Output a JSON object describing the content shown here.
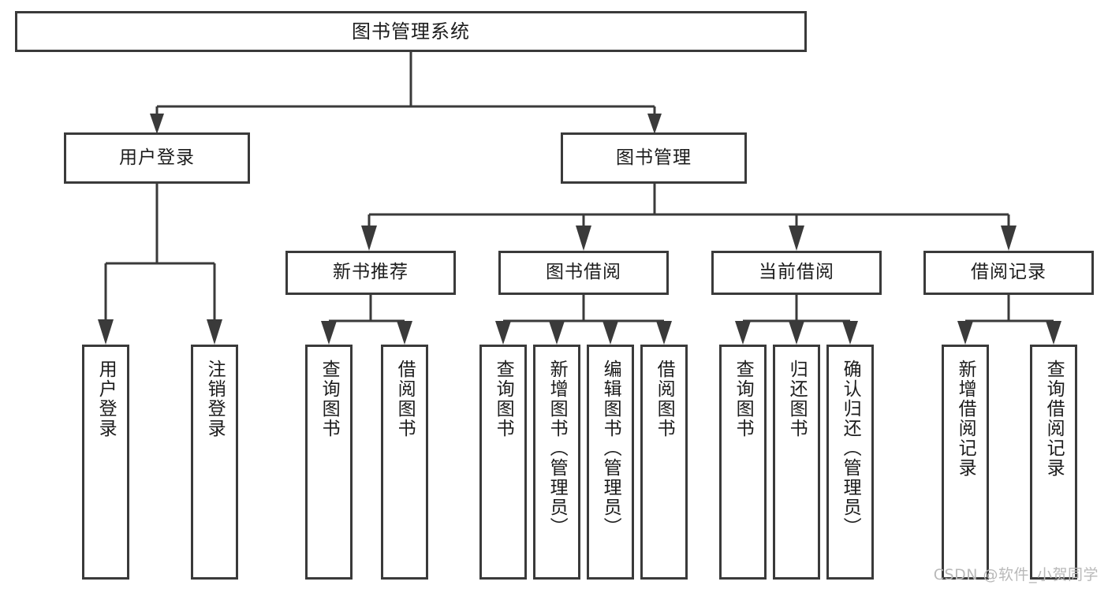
{
  "diagram": {
    "title": "图书管理系统",
    "type": "tree-hierarchy-chart",
    "root": {
      "label": "图书管理系统"
    },
    "level2": [
      {
        "label": "用户登录"
      },
      {
        "label": "图书管理"
      }
    ],
    "level3": [
      {
        "label": "新书推荐"
      },
      {
        "label": "图书借阅"
      },
      {
        "label": "当前借阅"
      },
      {
        "label": "借阅记录"
      }
    ],
    "leaves": [
      {
        "label": "用户登录"
      },
      {
        "label": "注销登录"
      },
      {
        "label": "查询图书"
      },
      {
        "label": "借阅图书"
      },
      {
        "label": "查询图书"
      },
      {
        "label": "新增图书（管理员）"
      },
      {
        "label": "编辑图书（管理员）"
      },
      {
        "label": "借阅图书"
      },
      {
        "label": "查询图书"
      },
      {
        "label": "归还图书"
      },
      {
        "label": "确认归还（管理员）"
      },
      {
        "label": "新增借阅记录"
      },
      {
        "label": "查询借阅记录"
      }
    ]
  },
  "watermark": {
    "text": "CSDN @软件_小贺同学"
  },
  "colors": {
    "stroke": "#3a3a3a",
    "text": "#1c1c1c",
    "background": "#ffffff",
    "watermark": "#b9b9b9"
  }
}
